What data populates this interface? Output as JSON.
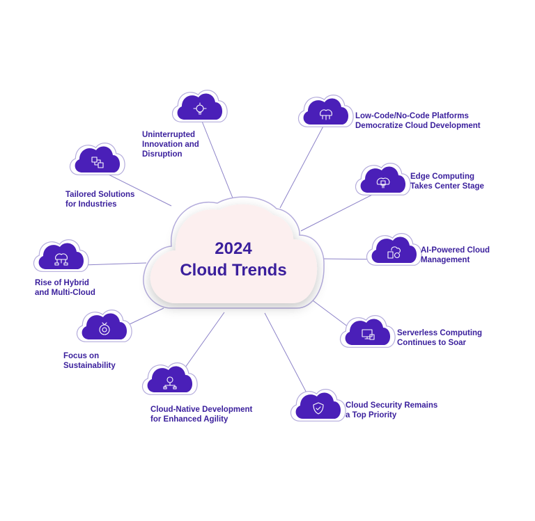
{
  "center": {
    "year": "2024",
    "title": "Cloud Trends"
  },
  "colors": {
    "accent": "#4a1fb8",
    "text": "#3a1f9c",
    "line": "#8c82c8",
    "cloud_fill": "#fcefef"
  },
  "trends": [
    {
      "label": "Uninterrupted\nInnovation and\nDisruption",
      "icon": "innovation-bulb-gear-icon"
    },
    {
      "label": "Low-Code/No-Code Platforms\nDemocratize Cloud Development",
      "icon": "cloud-network-icon"
    },
    {
      "label": "Edge Computing\nTakes Center Stage",
      "icon": "cloud-chip-icon"
    },
    {
      "label": "AI-Powered Cloud\nManagement",
      "icon": "ai-cloud-server-icon"
    },
    {
      "label": "Serverless Computing\nContinues to Soar",
      "icon": "serverless-monitor-icon"
    },
    {
      "label": "Cloud Security Remains\na Top Priority",
      "icon": "cloud-shield-icon"
    },
    {
      "label": "Cloud-Native Development\nfor Enhanced Agility",
      "icon": "cloud-native-gear-icon"
    },
    {
      "label": "Focus on\nSustainability",
      "icon": "sustainability-target-icon"
    },
    {
      "label": "Rise of Hybrid\nand Multi-Cloud",
      "icon": "hybrid-multicloud-icon"
    },
    {
      "label": "Tailored Solutions\nfor Industries",
      "icon": "tailored-puzzle-icon"
    }
  ]
}
